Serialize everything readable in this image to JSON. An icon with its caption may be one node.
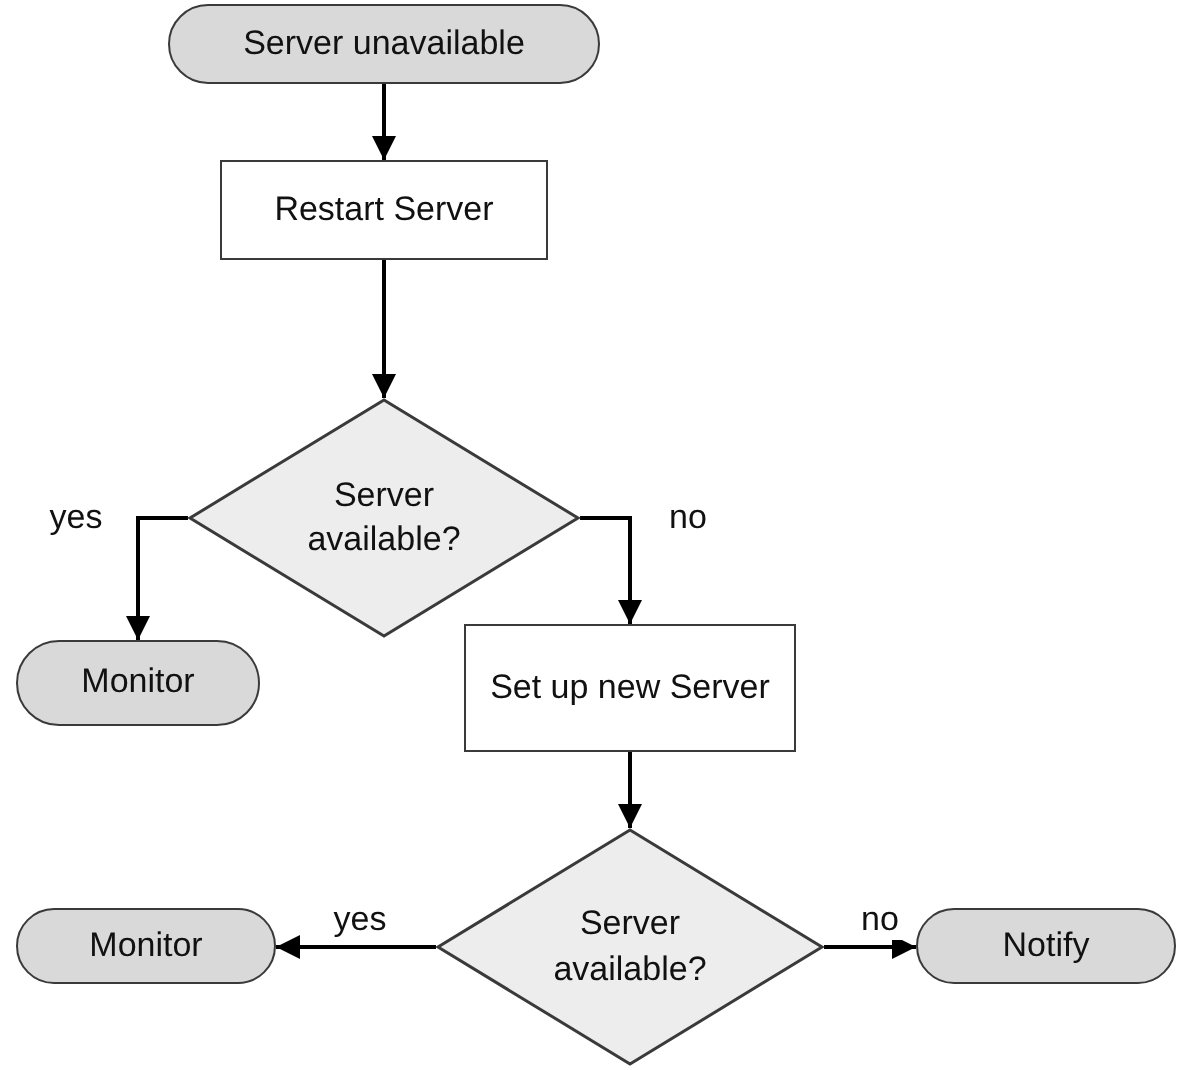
{
  "diagram": {
    "nodes": [
      {
        "text": [
          "Server unavailable"
        ]
      },
      {
        "text": [
          "Restart Server"
        ]
      },
      {
        "text": [
          "Server available?"
        ]
      },
      {
        "text": [
          "Monitor"
        ]
      },
      {
        "text": [
          "Set up new Server"
        ]
      },
      {
        "text": [
          "Server available?"
        ]
      },
      {
        "text": [
          "Monitor"
        ]
      },
      {
        "text": [
          "Notify"
        ]
      }
    ],
    "edges": [
      {
        "from": 0,
        "to": 1,
        "arrow": "to"
      },
      {
        "from": 1,
        "to": 2,
        "arrow": "to"
      },
      {
        "from": 2,
        "to": 3,
        "arrow": "to",
        "label": "yes"
      },
      {
        "from": 2,
        "to": 4,
        "arrow": "to",
        "label": "no"
      },
      {
        "from": 4,
        "to": 5,
        "arrow": "to"
      },
      {
        "from": 5,
        "to": 6,
        "arrow": "to",
        "label": "yes"
      },
      {
        "from": 5,
        "to": 7,
        "arrow": "to",
        "label": "no"
      }
    ]
  }
}
